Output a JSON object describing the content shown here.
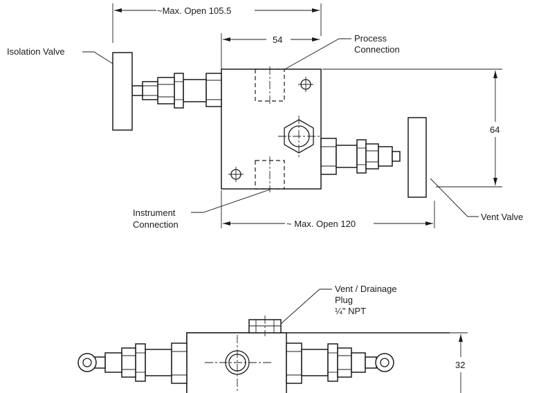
{
  "dimensions": {
    "open_left": "~Max. Open 105.5",
    "width_54": "54",
    "height_64": "64",
    "open_right": "~ Max. Open 120",
    "height_32": "32"
  },
  "callouts": {
    "isolation_valve": "Isolation Valve",
    "process_connection_l1": "Process",
    "process_connection_l2": "Connection",
    "instrument_connection_l1": "Instrument",
    "instrument_connection_l2": "Connection",
    "vent_valve": "Vent Valve",
    "vent_plug_l1": "Vent / Drainage",
    "vent_plug_l2": "Plug",
    "vent_plug_l3": "¼\" NPT"
  }
}
